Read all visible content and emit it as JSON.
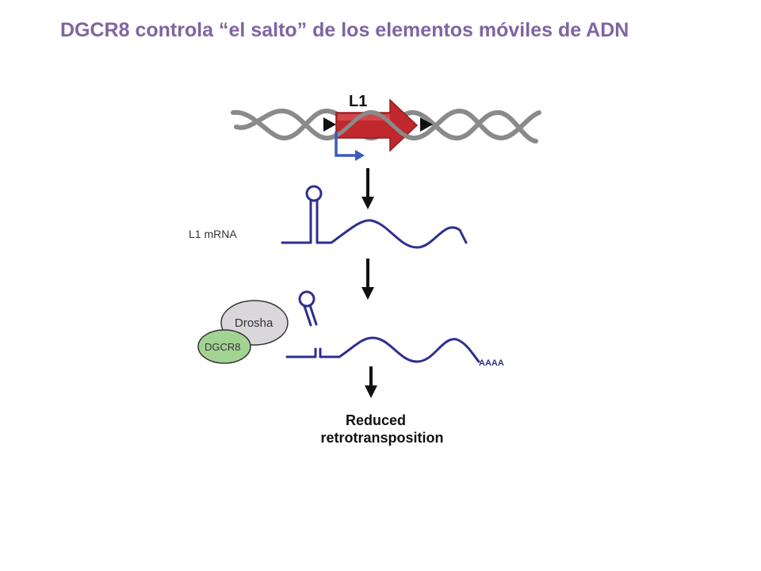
{
  "title": "DGCR8 controla “el salto” de los elementos móviles de ADN",
  "diagram": {
    "element_label": "L1",
    "mrna_label": "L1 mRNA",
    "drosha_label": "Drosha",
    "dgcr8_label": "DGCR8",
    "polya_label": "AAAA",
    "result_line1": "Reduced",
    "result_line2": "retrotransposition"
  },
  "colors": {
    "title": "#8064a2",
    "dna": "#8a8a8a",
    "l1_arrow": "#c0282d",
    "promoter": "#3a5bbf",
    "rna": "#2e2f8f",
    "drosha": "#d9d7dc",
    "dgcr8": "#a3d393",
    "arrows": "#111111"
  }
}
